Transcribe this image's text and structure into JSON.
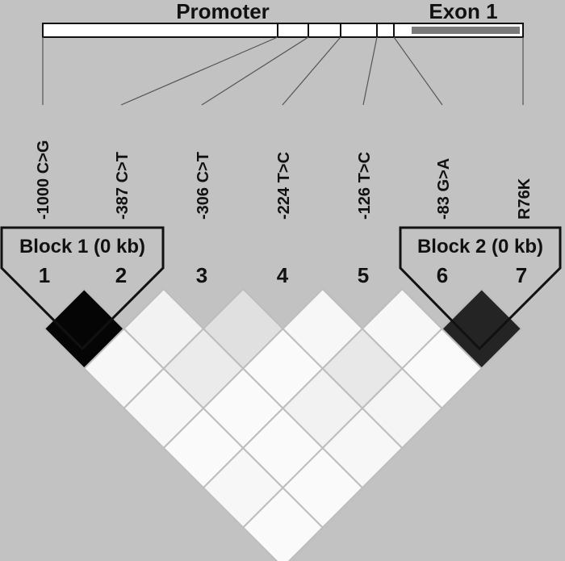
{
  "gene_map": {
    "promoter_label": "Promoter",
    "exon_label": "Exon 1"
  },
  "markers": [
    {
      "index": "1",
      "label": "-1000 C>G"
    },
    {
      "index": "2",
      "label": "-387 C>T"
    },
    {
      "index": "3",
      "label": "-306 C>T"
    },
    {
      "index": "4",
      "label": "-224 T>C"
    },
    {
      "index": "5",
      "label": "-126 T>C"
    },
    {
      "index": "6",
      "label": "-83 G>A"
    },
    {
      "index": "7",
      "label": "R76K"
    }
  ],
  "blocks": [
    {
      "label": "Block 1 (0 kb)"
    },
    {
      "label": "Block 2 (0 kb)"
    }
  ],
  "ld_matrix": [
    {
      "i": 1,
      "j": 2,
      "shade": 0.98
    },
    {
      "i": 1,
      "j": 3,
      "shade": 0.03
    },
    {
      "i": 1,
      "j": 4,
      "shade": 0.03
    },
    {
      "i": 1,
      "j": 5,
      "shade": 0.02
    },
    {
      "i": 1,
      "j": 6,
      "shade": 0.03
    },
    {
      "i": 1,
      "j": 7,
      "shade": 0.02
    },
    {
      "i": 2,
      "j": 3,
      "shade": 0.05
    },
    {
      "i": 2,
      "j": 4,
      "shade": 0.08
    },
    {
      "i": 2,
      "j": 5,
      "shade": 0.02
    },
    {
      "i": 2,
      "j": 6,
      "shade": 0.02
    },
    {
      "i": 2,
      "j": 7,
      "shade": 0.02
    },
    {
      "i": 3,
      "j": 4,
      "shade": 0.12
    },
    {
      "i": 3,
      "j": 5,
      "shade": 0.02
    },
    {
      "i": 3,
      "j": 6,
      "shade": 0.05
    },
    {
      "i": 3,
      "j": 7,
      "shade": 0.03
    },
    {
      "i": 4,
      "j": 5,
      "shade": 0.03
    },
    {
      "i": 4,
      "j": 6,
      "shade": 0.09
    },
    {
      "i": 4,
      "j": 7,
      "shade": 0.04
    },
    {
      "i": 5,
      "j": 6,
      "shade": 0.03
    },
    {
      "i": 5,
      "j": 7,
      "shade": 0.02
    },
    {
      "i": 6,
      "j": 7,
      "shade": 0.86
    }
  ],
  "colors": {
    "background": "#c2c2c2",
    "ink": "#111111",
    "cell_border": "#bdbdbd",
    "exon_fill": "#7a7a7a"
  }
}
